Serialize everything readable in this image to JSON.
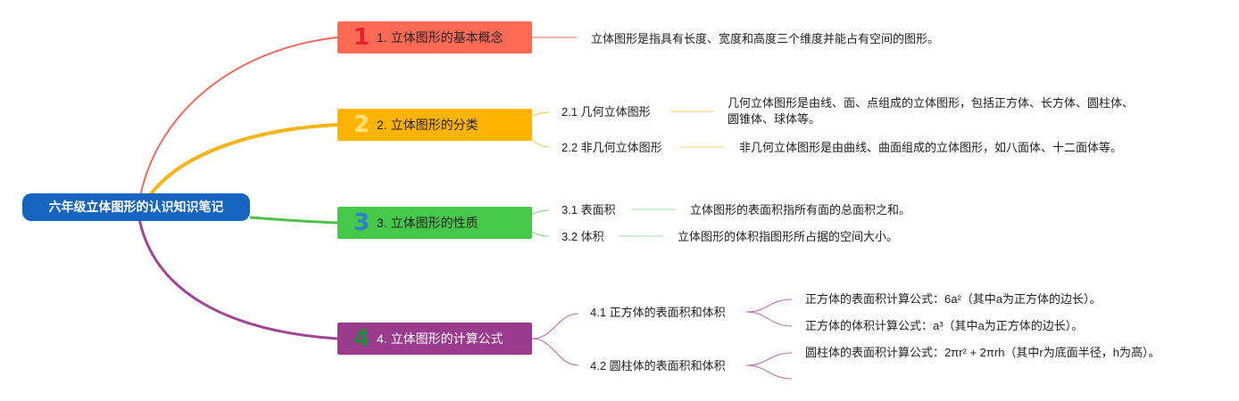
{
  "root": {
    "label": "六年级立体图形的认识知识笔记"
  },
  "topics": [
    {
      "badge": "1",
      "label": "1. 立体图形的基本概念"
    },
    {
      "badge": "2",
      "label": "2. 立体图形的分类"
    },
    {
      "badge": "3",
      "label": "3. 立体图形的性质"
    },
    {
      "badge": "4",
      "label": "4. 立体图形的计算公式"
    }
  ],
  "details": {
    "concept": "立体图形是指具有长度、宽度和高度三个维度并能占有空间的图形。",
    "geometric": {
      "label": "2.1 几何立体图形",
      "text_line1": "几何立体图形是由线、面、点组成的立体图形，包括正方体、长方体、圆柱体、",
      "text_line2": "圆锥体、球体等。"
    },
    "non_geometric": {
      "label": "2.2 非几何立体图形",
      "text": "非几何立体图形是由曲线、曲面组成的立体图形，如八面体、十二面体等。"
    },
    "surface_area": {
      "label": "3.1 表面积",
      "text": "立体图形的表面积指所有面的总面积之和。"
    },
    "volume": {
      "label": "3.2 体积",
      "text": "立体图形的体积指图形所占据的空间大小。"
    },
    "cube": {
      "label": "4.1 正方体的表面积和体积",
      "area": "正方体的表面积计算公式：6a²（其中a为正方体的边长）。",
      "volume": "正方体的体积计算公式：a³（其中a为正方体的边长）。"
    },
    "cylinder": {
      "label": "4.2 圆柱体的表面积和体积",
      "area": "圆柱体的表面积计算公式：2πr² + 2πrh（其中r为底面半径，h为高）。"
    }
  },
  "colors": {
    "root": "#1565c0",
    "topic1": "#ff6a55",
    "topic2": "#ffb400",
    "topic3": "#46c84a",
    "topic4": "#9b3b8e"
  }
}
